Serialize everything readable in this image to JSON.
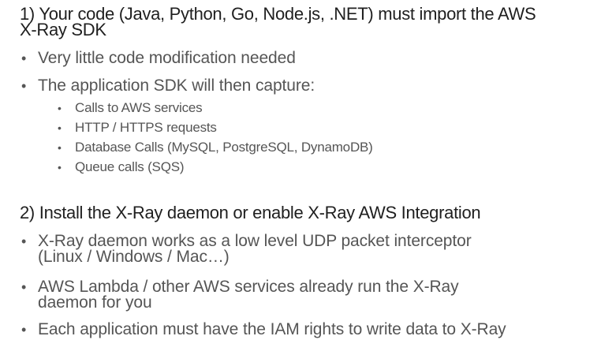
{
  "section1": {
    "heading": "1) Your code (Java, Python, Go, Node.js, .NET) must import the AWS",
    "heading_cont": "X-Ray SDK",
    "bullets": [
      {
        "text": "Very little code modification needed"
      },
      {
        "text": "The application SDK will then capture:"
      }
    ],
    "sub_bullets": [
      {
        "text": "Calls to AWS services"
      },
      {
        "text": "HTTP / HTTPS requests"
      },
      {
        "text": "Database Calls (MySQL, PostgreSQL, DynamoDB)"
      },
      {
        "text": "Queue calls (SQS)"
      }
    ]
  },
  "section2": {
    "heading": "2) Install the X-Ray daemon or enable X-Ray AWS Integration",
    "bullets": [
      {
        "line1": "X-Ray daemon works as a low level UDP packet interceptor",
        "line2": "(Linux / Windows / Mac…)"
      },
      {
        "line1": "AWS Lambda / other AWS services already run the X-Ray",
        "line2": "daemon for you"
      },
      {
        "line1": "Each application must have the IAM rights to write data to X-Ray",
        "line2": ""
      }
    ]
  },
  "bullet_glyph": "•"
}
